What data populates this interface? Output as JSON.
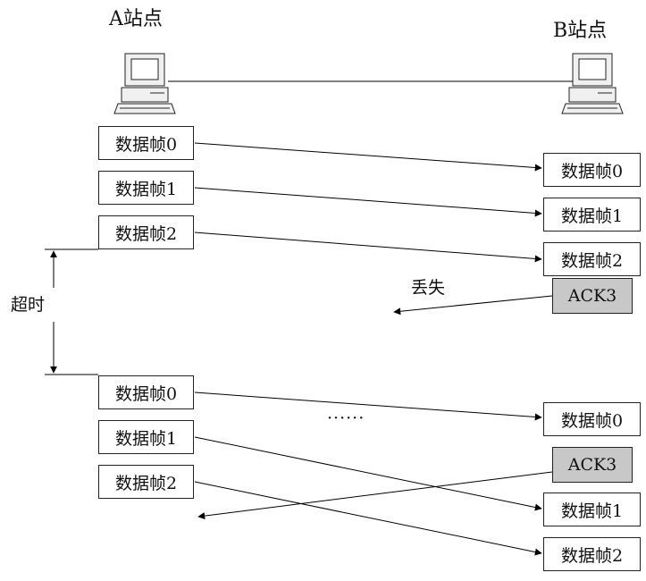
{
  "stations": {
    "a": "A站点",
    "b": "B站点"
  },
  "left_frames": [
    "数据帧0",
    "数据帧1",
    "数据帧2",
    "数据帧0",
    "数据帧1",
    "数据帧2"
  ],
  "right_frames": [
    "数据帧0",
    "数据帧1",
    "数据帧2",
    "数据帧0",
    "数据帧1",
    "数据帧2"
  ],
  "acks": [
    "ACK3",
    "ACK3"
  ],
  "labels": {
    "lost": "丢失",
    "timeout": "超时",
    "ellipsis": "······"
  },
  "colors": {
    "ack_fill": "#c8c8c8",
    "line": "#000000",
    "computer_body": "#f0f0f0"
  }
}
